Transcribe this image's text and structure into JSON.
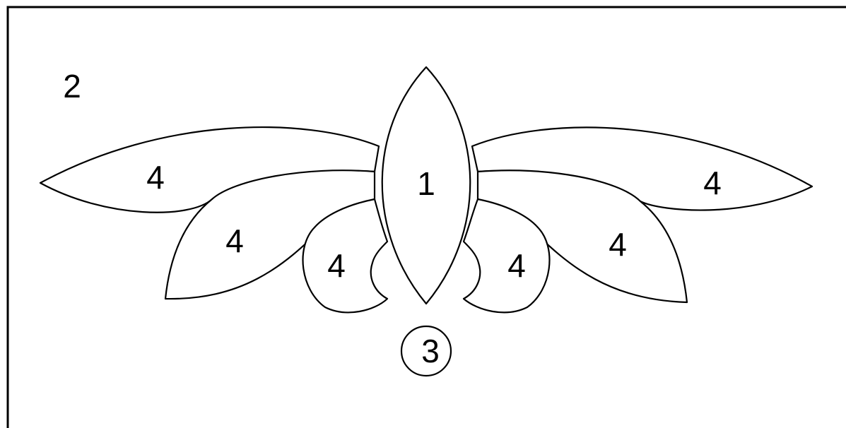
{
  "diagram": {
    "background_label": "2",
    "center_petal_label": "1",
    "circle_label": "3",
    "outer_left_petal_label": "4",
    "middle_left_petal_label": "4",
    "inner_left_petal_label": "4",
    "inner_right_petal_label": "4",
    "middle_right_petal_label": "4",
    "outer_right_petal_label": "4"
  },
  "colors": {
    "stroke": "#000000",
    "fill": "#ffffff"
  }
}
